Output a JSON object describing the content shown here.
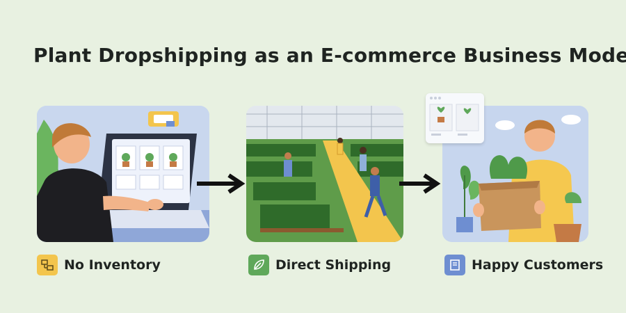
{
  "title": "Plant Dropshipping as an E-commerce Business Model",
  "steps": [
    {
      "label": "No Inventory",
      "icon": "inventory-box-icon",
      "icon_color": "#f3c54d"
    },
    {
      "label": "Direct Shipping",
      "icon": "leaf-icon",
      "icon_color": "#5fa85a"
    },
    {
      "label": "Happy Customers",
      "icon": "document-icon",
      "icon_color": "#6e8ed1"
    }
  ],
  "colors": {
    "background": "#e8f1e1",
    "accent_yellow": "#f3c54d",
    "accent_green": "#5fa85a",
    "accent_blue": "#6e8ed1"
  }
}
